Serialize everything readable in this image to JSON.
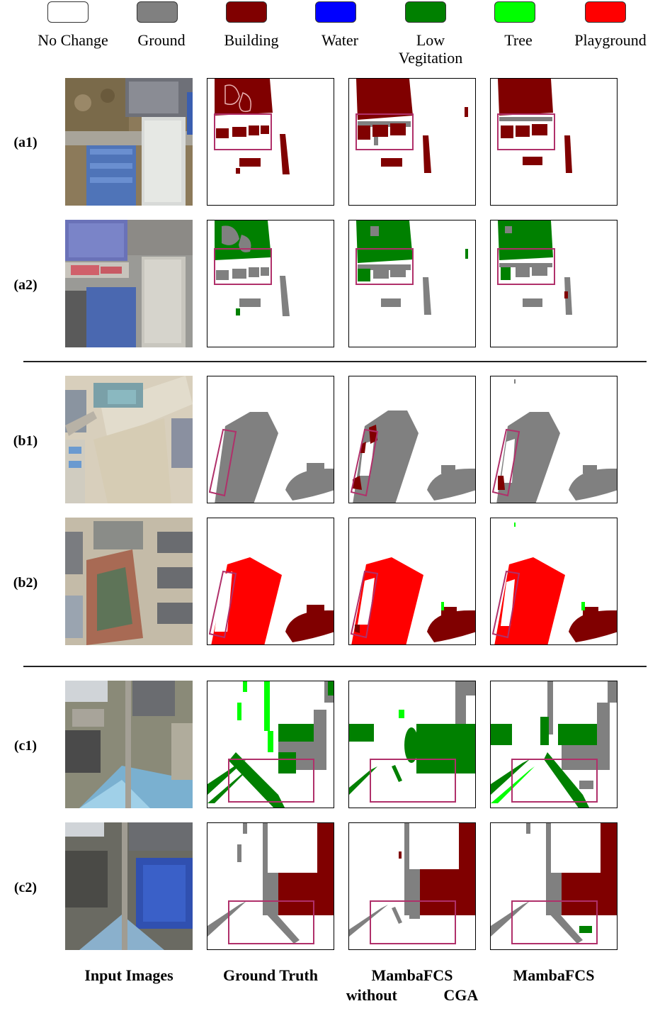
{
  "legend": [
    {
      "label": "No Change",
      "color": "#ffffff"
    },
    {
      "label": "Ground",
      "color": "#808080"
    },
    {
      "label": "Building",
      "color": "#800000"
    },
    {
      "label": "Water",
      "color": "#0000ff"
    },
    {
      "label": "Low Vegitation",
      "color": "#008000"
    },
    {
      "label": "Tree",
      "color": "#00ff00"
    },
    {
      "label": "Playground",
      "color": "#ff0000"
    }
  ],
  "rows": [
    "(a1)",
    "(a2)",
    "(b1)",
    "(b2)",
    "(c1)",
    "(c2)"
  ],
  "columns": [
    "Input Images",
    "Ground Truth",
    "MambaFCS without CGA",
    "MambaFCS"
  ],
  "highlight_color": "#b0306a"
}
